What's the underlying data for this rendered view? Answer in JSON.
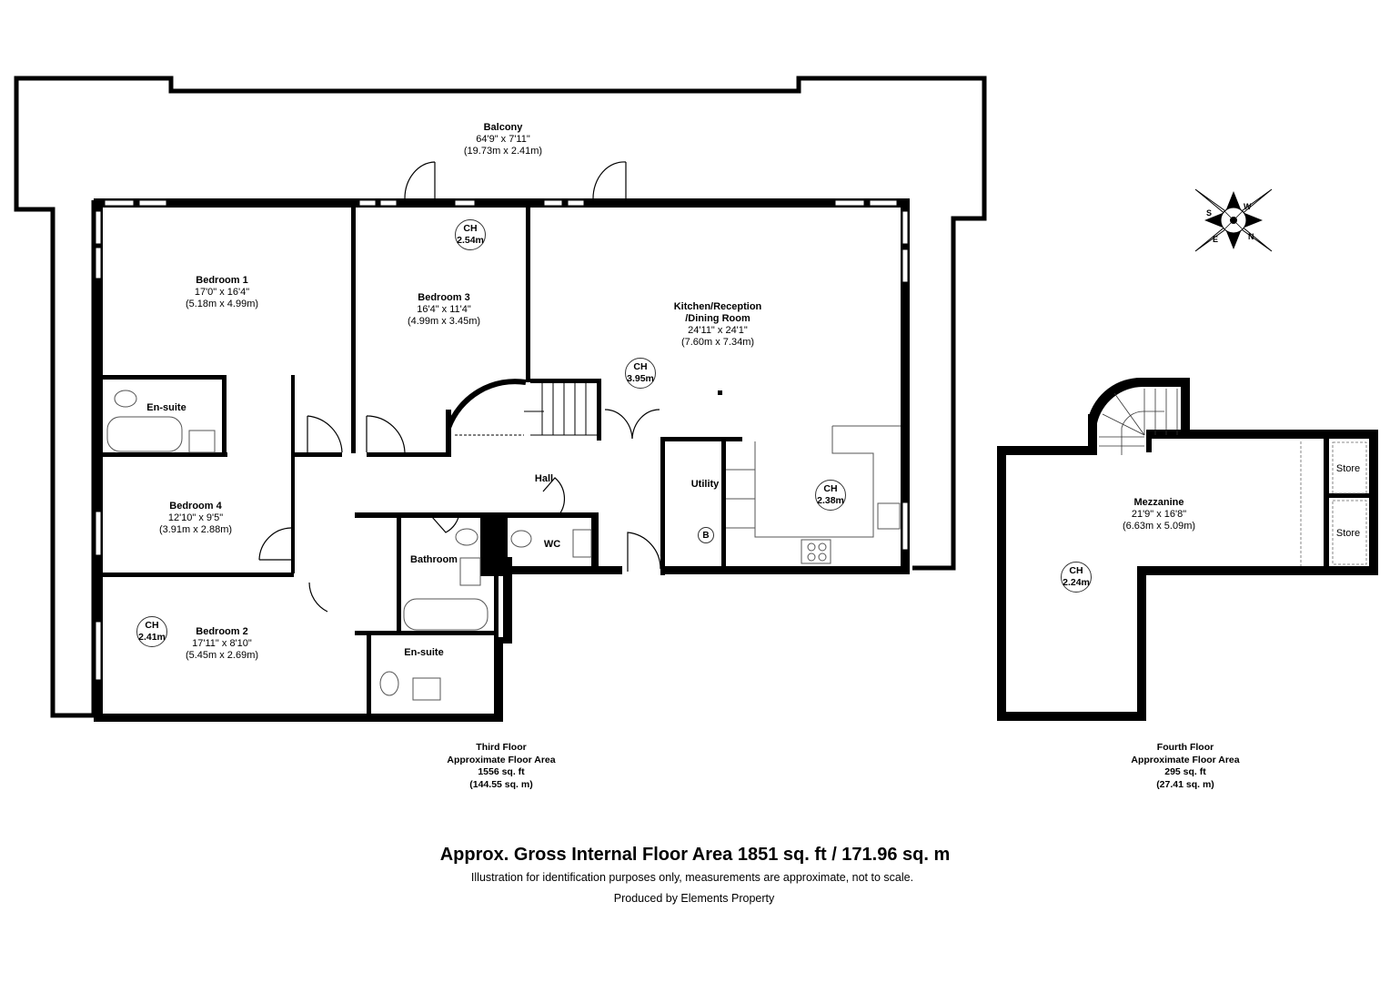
{
  "third_floor": {
    "rooms": {
      "balcony": {
        "name": "Balcony",
        "imperial": "64'9\" x 7'11\"",
        "metric": "(19.73m x 2.41m)"
      },
      "bedroom1": {
        "name": "Bedroom 1",
        "imperial": "17'0\" x 16'4\"",
        "metric": "(5.18m x 4.99m)"
      },
      "bedroom3": {
        "name": "Bedroom 3",
        "imperial": "16'4\" x 11'4\"",
        "metric": "(4.99m x 3.45m)"
      },
      "kitchen": {
        "name": "Kitchen/Reception",
        "name2": "/Dining Room",
        "imperial": "24'11\" x 24'1\"",
        "metric": "(7.60m x 7.34m)"
      },
      "ensuite1": {
        "name": "En-suite"
      },
      "bedroom4": {
        "name": "Bedroom 4",
        "imperial": "12'10\" x 9'5\"",
        "metric": "(3.91m x 2.88m)"
      },
      "hall": {
        "name": "Hall"
      },
      "utility": {
        "name": "Utility"
      },
      "bathroom": {
        "name": "Bathroom"
      },
      "wc": {
        "name": "WC"
      },
      "bedroom2": {
        "name": "Bedroom 2",
        "imperial": "17'11\" x 8'10\"",
        "metric": "(5.45m x 2.69m)"
      },
      "ensuite2": {
        "name": "En-suite"
      }
    },
    "ceiling_heights": [
      {
        "label": "CH",
        "value": "2.54m"
      },
      {
        "label": "CH",
        "value": "3.95m"
      },
      {
        "label": "CH",
        "value": "2.38m"
      },
      {
        "label": "CH",
        "value": "2.41m"
      }
    ],
    "boiler_label": "B",
    "area": {
      "title": "Third Floor",
      "subtitle": "Approximate Floor Area",
      "sqft": "1556 sq. ft",
      "sqm": "(144.55 sq. m)"
    }
  },
  "fourth_floor": {
    "rooms": {
      "mezzanine": {
        "name": "Mezzanine",
        "imperial": "21'9\" x 16'8\"",
        "metric": "(6.63m x 5.09m)"
      },
      "store1": {
        "name": "Store"
      },
      "store2": {
        "name": "Store"
      }
    },
    "ceiling_heights": [
      {
        "label": "CH",
        "value": "2.24m"
      }
    ],
    "area": {
      "title": "Fourth Floor",
      "subtitle": "Approximate Floor Area",
      "sqft": "295 sq. ft",
      "sqm": "(27.41 sq. m)"
    }
  },
  "compass": {
    "letters": [
      "S",
      "W",
      "E",
      "N"
    ]
  },
  "footer": {
    "gross_area": "Approx. Gross Internal Floor Area 1851 sq. ft / 171.96 sq. m",
    "disclaimer": "Illustration for identification purposes only, measurements are approximate, not to scale.",
    "producer": "Produced by Elements Property"
  },
  "colors": {
    "wall": "#000000",
    "background": "#ffffff",
    "line": "#333333"
  }
}
